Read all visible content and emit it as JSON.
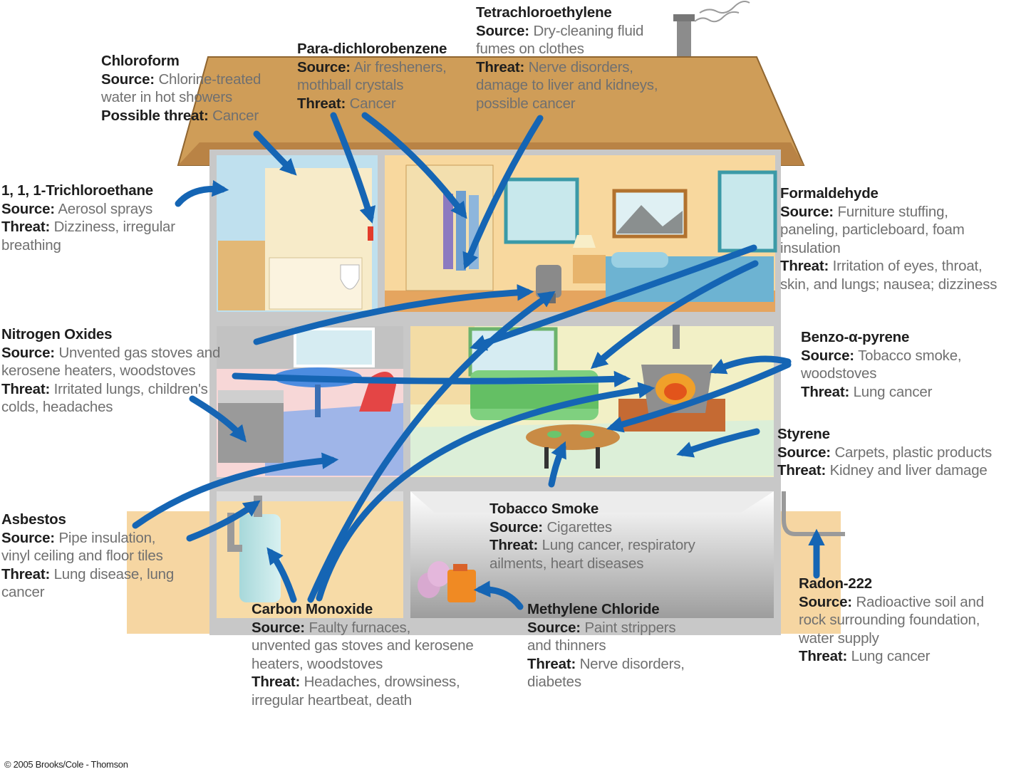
{
  "colors": {
    "arrow": "#1565b4",
    "roof": "#cf9d58",
    "wall": "#c4c4c4",
    "ground": "#f6d6a2"
  },
  "labels": {
    "chloroform": {
      "title": "Chloroform",
      "rows": [
        {
          "key": "Source:",
          "lines": [
            "Chlorine-treated",
            "water in hot showers"
          ]
        },
        {
          "key": "Possible threat:",
          "lines": [
            "Cancer"
          ]
        }
      ]
    },
    "pdcb": {
      "title": "Para-dichlorobenzene",
      "rows": [
        {
          "key": "Source:",
          "lines": [
            "Air fresheners,",
            "mothball crystals"
          ]
        },
        {
          "key": "Threat:",
          "lines": [
            "Cancer"
          ]
        }
      ]
    },
    "tetra": {
      "title": "Tetrachloroethylene",
      "rows": [
        {
          "key": "Source:",
          "lines": [
            "Dry-cleaning fluid",
            "fumes on clothes"
          ]
        },
        {
          "key": "Threat:",
          "lines": [
            "Nerve disorders,",
            "damage to liver and kidneys,",
            "possible cancer"
          ]
        }
      ]
    },
    "trichloro": {
      "title": "1, 1, 1-Trichloroethane",
      "rows": [
        {
          "key": "Source:",
          "lines": [
            "Aerosol sprays"
          ]
        },
        {
          "key": "Threat:",
          "lines": [
            "Dizziness, irregular",
            "breathing"
          ]
        }
      ]
    },
    "formaldehyde": {
      "title": "Formaldehyde",
      "rows": [
        {
          "key": "Source:",
          "lines": [
            "Furniture stuffing,",
            "paneling, particleboard, foam",
            "insulation"
          ]
        },
        {
          "key": "Threat:",
          "lines": [
            "Irritation of eyes, throat,",
            "skin, and lungs; nausea; dizziness"
          ]
        }
      ]
    },
    "nitrogen": {
      "title": "Nitrogen Oxides",
      "rows": [
        {
          "key": "Source:",
          "lines": [
            "Unvented gas stoves and",
            "kerosene heaters, woodstoves"
          ]
        },
        {
          "key": "Threat:",
          "lines": [
            "Irritated lungs, children's",
            "colds, headaches"
          ]
        }
      ]
    },
    "benzo": {
      "title": "Benzo-α-pyrene",
      "rows": [
        {
          "key": "Source:",
          "lines": [
            "Tobacco smoke,",
            "woodstoves"
          ]
        },
        {
          "key": "Threat:",
          "lines": [
            "Lung cancer"
          ]
        }
      ]
    },
    "styrene": {
      "title": "Styrene",
      "rows": [
        {
          "key": "Source:",
          "lines": [
            "Carpets, plastic products"
          ]
        },
        {
          "key": "Threat:",
          "lines": [
            "Kidney and liver damage"
          ]
        }
      ]
    },
    "asbestos": {
      "title": "Asbestos",
      "rows": [
        {
          "key": "Source:",
          "lines": [
            "Pipe insulation,",
            "vinyl ceiling and floor tiles"
          ]
        },
        {
          "key": "Threat:",
          "lines": [
            "Lung disease, lung",
            "cancer"
          ]
        }
      ]
    },
    "tobacco": {
      "title": "Tobacco Smoke",
      "rows": [
        {
          "key": "Source:",
          "lines": [
            "Cigarettes"
          ]
        },
        {
          "key": "Threat:",
          "lines": [
            "Lung cancer, respiratory",
            "ailments, heart diseases"
          ]
        }
      ]
    },
    "carbon": {
      "title": "Carbon Monoxide",
      "rows": [
        {
          "key": "Source:",
          "lines": [
            "Faulty furnaces,",
            "unvented gas stoves and kerosene",
            "heaters, woodstoves"
          ]
        },
        {
          "key": "Threat:",
          "lines": [
            "Headaches, drowsiness,",
            "irregular heartbeat, death"
          ]
        }
      ]
    },
    "methylene": {
      "title": "Methylene Chloride",
      "rows": [
        {
          "key": "Source:",
          "lines": [
            "Paint strippers",
            "and thinners"
          ]
        },
        {
          "key": "Threat:",
          "lines": [
            "Nerve disorders,",
            "diabetes"
          ]
        }
      ]
    },
    "radon": {
      "title": "Radon-222",
      "rows": [
        {
          "key": "Source:",
          "lines": [
            "Radioactive soil and",
            "rock surrounding foundation,",
            "water supply"
          ]
        },
        {
          "key": "Threat:",
          "lines": [
            "Lung cancer"
          ]
        }
      ]
    }
  },
  "credit": "© 2005 Brooks/Cole - Thomson"
}
